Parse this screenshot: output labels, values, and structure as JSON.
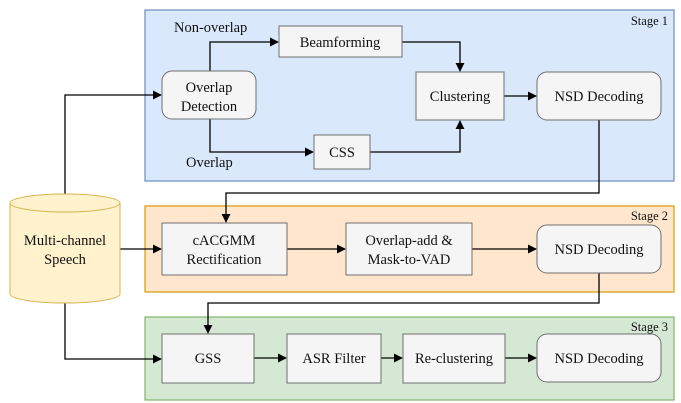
{
  "colors": {
    "stage1_fill": "#dae8fc",
    "stage1_border": "#6c8ebf",
    "stage2_fill": "#ffe6cc",
    "stage2_border": "#d79b00",
    "stage3_fill": "#d5e8d4",
    "stage3_border": "#82b366",
    "db_fill": "#fff2cc",
    "db_border": "#d6b656",
    "box_fill": "#f5f5f5",
    "box_border": "#6f6f6f"
  },
  "stages": {
    "stage1": "Stage 1",
    "stage2": "Stage 2",
    "stage3": "Stage 3"
  },
  "source": {
    "line1": "Multi-channel",
    "line2": "Speech"
  },
  "stage1_nodes": {
    "overlap_detection": {
      "line1": "Overlap",
      "line2": "Detection"
    },
    "beamforming": "Beamforming",
    "css": "CSS",
    "clustering": "Clustering",
    "nsd_decoding": "NSD Decoding"
  },
  "stage1_edge_labels": {
    "non_overlap": "Non-overlap",
    "overlap": "Overlap"
  },
  "stage2_nodes": {
    "cacgmm": {
      "line1": "cACGMM",
      "line2": "Rectification"
    },
    "overlap_add": {
      "line1": "Overlap-add &",
      "line2": "Mask-to-VAD"
    },
    "nsd_decoding": "NSD Decoding"
  },
  "stage3_nodes": {
    "gss": "GSS",
    "asr_filter": "ASR Filter",
    "reclustering": "Re-clustering",
    "nsd_decoding": "NSD Decoding"
  }
}
